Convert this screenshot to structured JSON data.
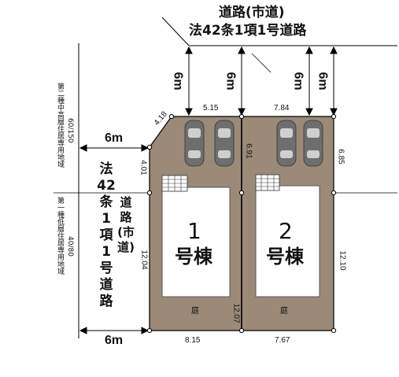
{
  "north_road": {
    "line1": "道路(市道)",
    "line2": "法42条1項1号道路"
  },
  "west_road": {
    "chars": [
      "法",
      "42",
      "条",
      "1",
      "項",
      "1",
      "号",
      "道",
      "路"
    ],
    "sub": [
      "道",
      "路",
      "(市",
      "道)"
    ]
  },
  "zones": {
    "upper_name": "第二種中高層住居専用地域",
    "upper_ratio": "60/150",
    "lower_name": "第一種低層住居専用地域",
    "lower_ratio": "40/80"
  },
  "widths": {
    "n1": "6m",
    "n2": "6m",
    "n3": "6m",
    "n4": "6m",
    "w_top": "6m",
    "w_bottom": "6m"
  },
  "dims": {
    "chamfer": "4.18",
    "top1": "5.15",
    "top2": "7.84",
    "left_short": "4.01",
    "mid_upper": "6.91",
    "right_upper": "6.85",
    "left_lower": "12.04",
    "mid_lower": "12.07",
    "right_lower": "12.10",
    "bottom1": "8.15",
    "bottom2": "7.67"
  },
  "lots": [
    {
      "number": "1",
      "label": "号棟",
      "garden": "庭"
    },
    {
      "number": "2",
      "label": "号棟",
      "garden": "庭"
    }
  ],
  "colors": {
    "lot": "#9b8a78",
    "lot_dark": "#7d6c5b",
    "house": "#ffffff",
    "car": "#6e6e6e"
  }
}
